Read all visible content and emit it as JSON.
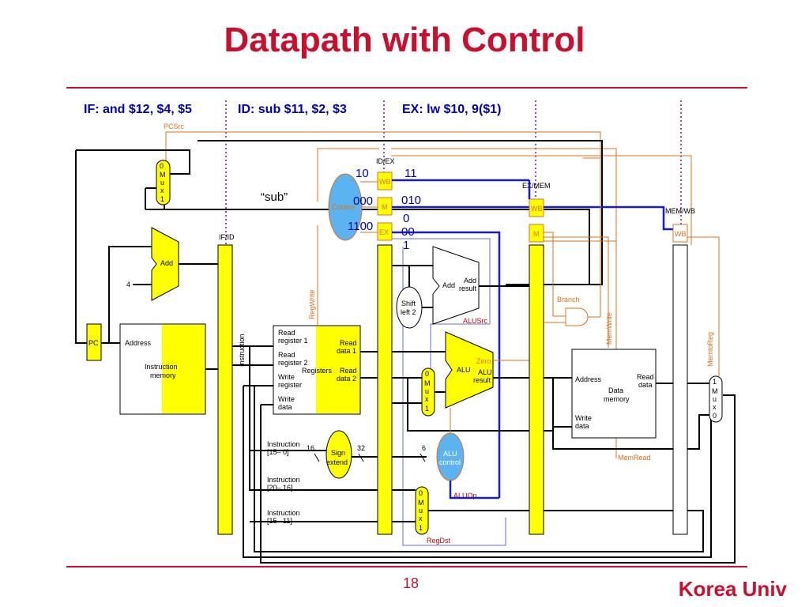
{
  "slide": {
    "title": "Datapath with Control",
    "page_number": "18",
    "footer": "Korea Univ"
  },
  "stages": {
    "if": "IF: and $12, $4, $5",
    "id": "ID: sub $11, $2, $3",
    "ex": "EX: lw $10, 9($1)"
  },
  "pipeline_registers": {
    "if_id": "IF/ID",
    "id_ex": "ID/EX",
    "ex_mem": "EX/MEM",
    "mem_wb": "MEM/WB"
  },
  "control_fields": {
    "wb": "WB",
    "m": "M",
    "ex": "EX"
  },
  "values": {
    "id_wb": "10",
    "id_m": "000",
    "id_ex": "1100",
    "ex_wb": "11",
    "ex_m": "010",
    "ex_ex_a": "0",
    "ex_ex_b": "00",
    "ex_ex_c": "1"
  },
  "annotation": {
    "sub": "“sub”"
  },
  "units": {
    "pc": "PC",
    "add_pc": "Add",
    "const_four": "4",
    "instr_memory_address": "Address",
    "instr_memory_name_1": "Instruction",
    "instr_memory_name_2": "memory",
    "instruction_bus": "Instruction",
    "control": "Control",
    "mux_chars": [
      "M",
      "u",
      "x"
    ],
    "regs": {
      "read_reg1_a": "Read",
      "read_reg1_b": "register 1",
      "read_reg2_a": "Read",
      "read_reg2_b": "register 2",
      "write_reg_a": "Write",
      "write_reg_b": "register",
      "write_data_a": "Write",
      "write_data_b": "data",
      "read_data1_a": "Read",
      "read_data1_b": "data 1",
      "read_data2_a": "Read",
      "read_data2_b": "data 2",
      "name": "Registers"
    },
    "sign_extend_a": "Sign",
    "sign_extend_b": "extend",
    "shift_left_a": "Shift",
    "shift_left_b": "left 2",
    "adder2": "Add",
    "adder2_result_a": "Add",
    "adder2_result_b": "result",
    "alu": "ALU",
    "alu_result_a": "ALU",
    "alu_result_b": "result",
    "zero": "Zero",
    "alu_control_a": "ALU",
    "alu_control_b": "control",
    "dmem_address": "Address",
    "dmem_read_a": "Read",
    "dmem_read_b": "data",
    "dmem_name_a": "Data",
    "dmem_name_b": "memory",
    "dmem_write_a": "Write",
    "dmem_write_b": "data",
    "instr_15_0_a": "Instruction",
    "instr_15_0_b": "[15– 0]",
    "instr_20_16_a": "Instruction",
    "instr_20_16_b": "[20– 16]",
    "instr_15_11_a": "Instruction",
    "instr_15_11_b": "[15– 11]",
    "bits_16": "16",
    "bits_32": "32",
    "bits_6": "6"
  },
  "signals": {
    "pcsrc": "PCSrc",
    "regwrite": "RegWrite",
    "alusrc": "ALUSrc",
    "branch": "Branch",
    "memwrite": "MemWrite",
    "memtoreg": "MemtoReg",
    "memread": "MemRead",
    "aluop": "ALUOp",
    "regdst": "RegDst"
  },
  "mux_inputs": {
    "zero": "0",
    "one": "1"
  },
  "colors": {
    "title": "#c8102e",
    "yellow": "#ffff00",
    "control": "#5bb4f0",
    "stage_text": "#0000b0",
    "signal": "#e0701b"
  }
}
